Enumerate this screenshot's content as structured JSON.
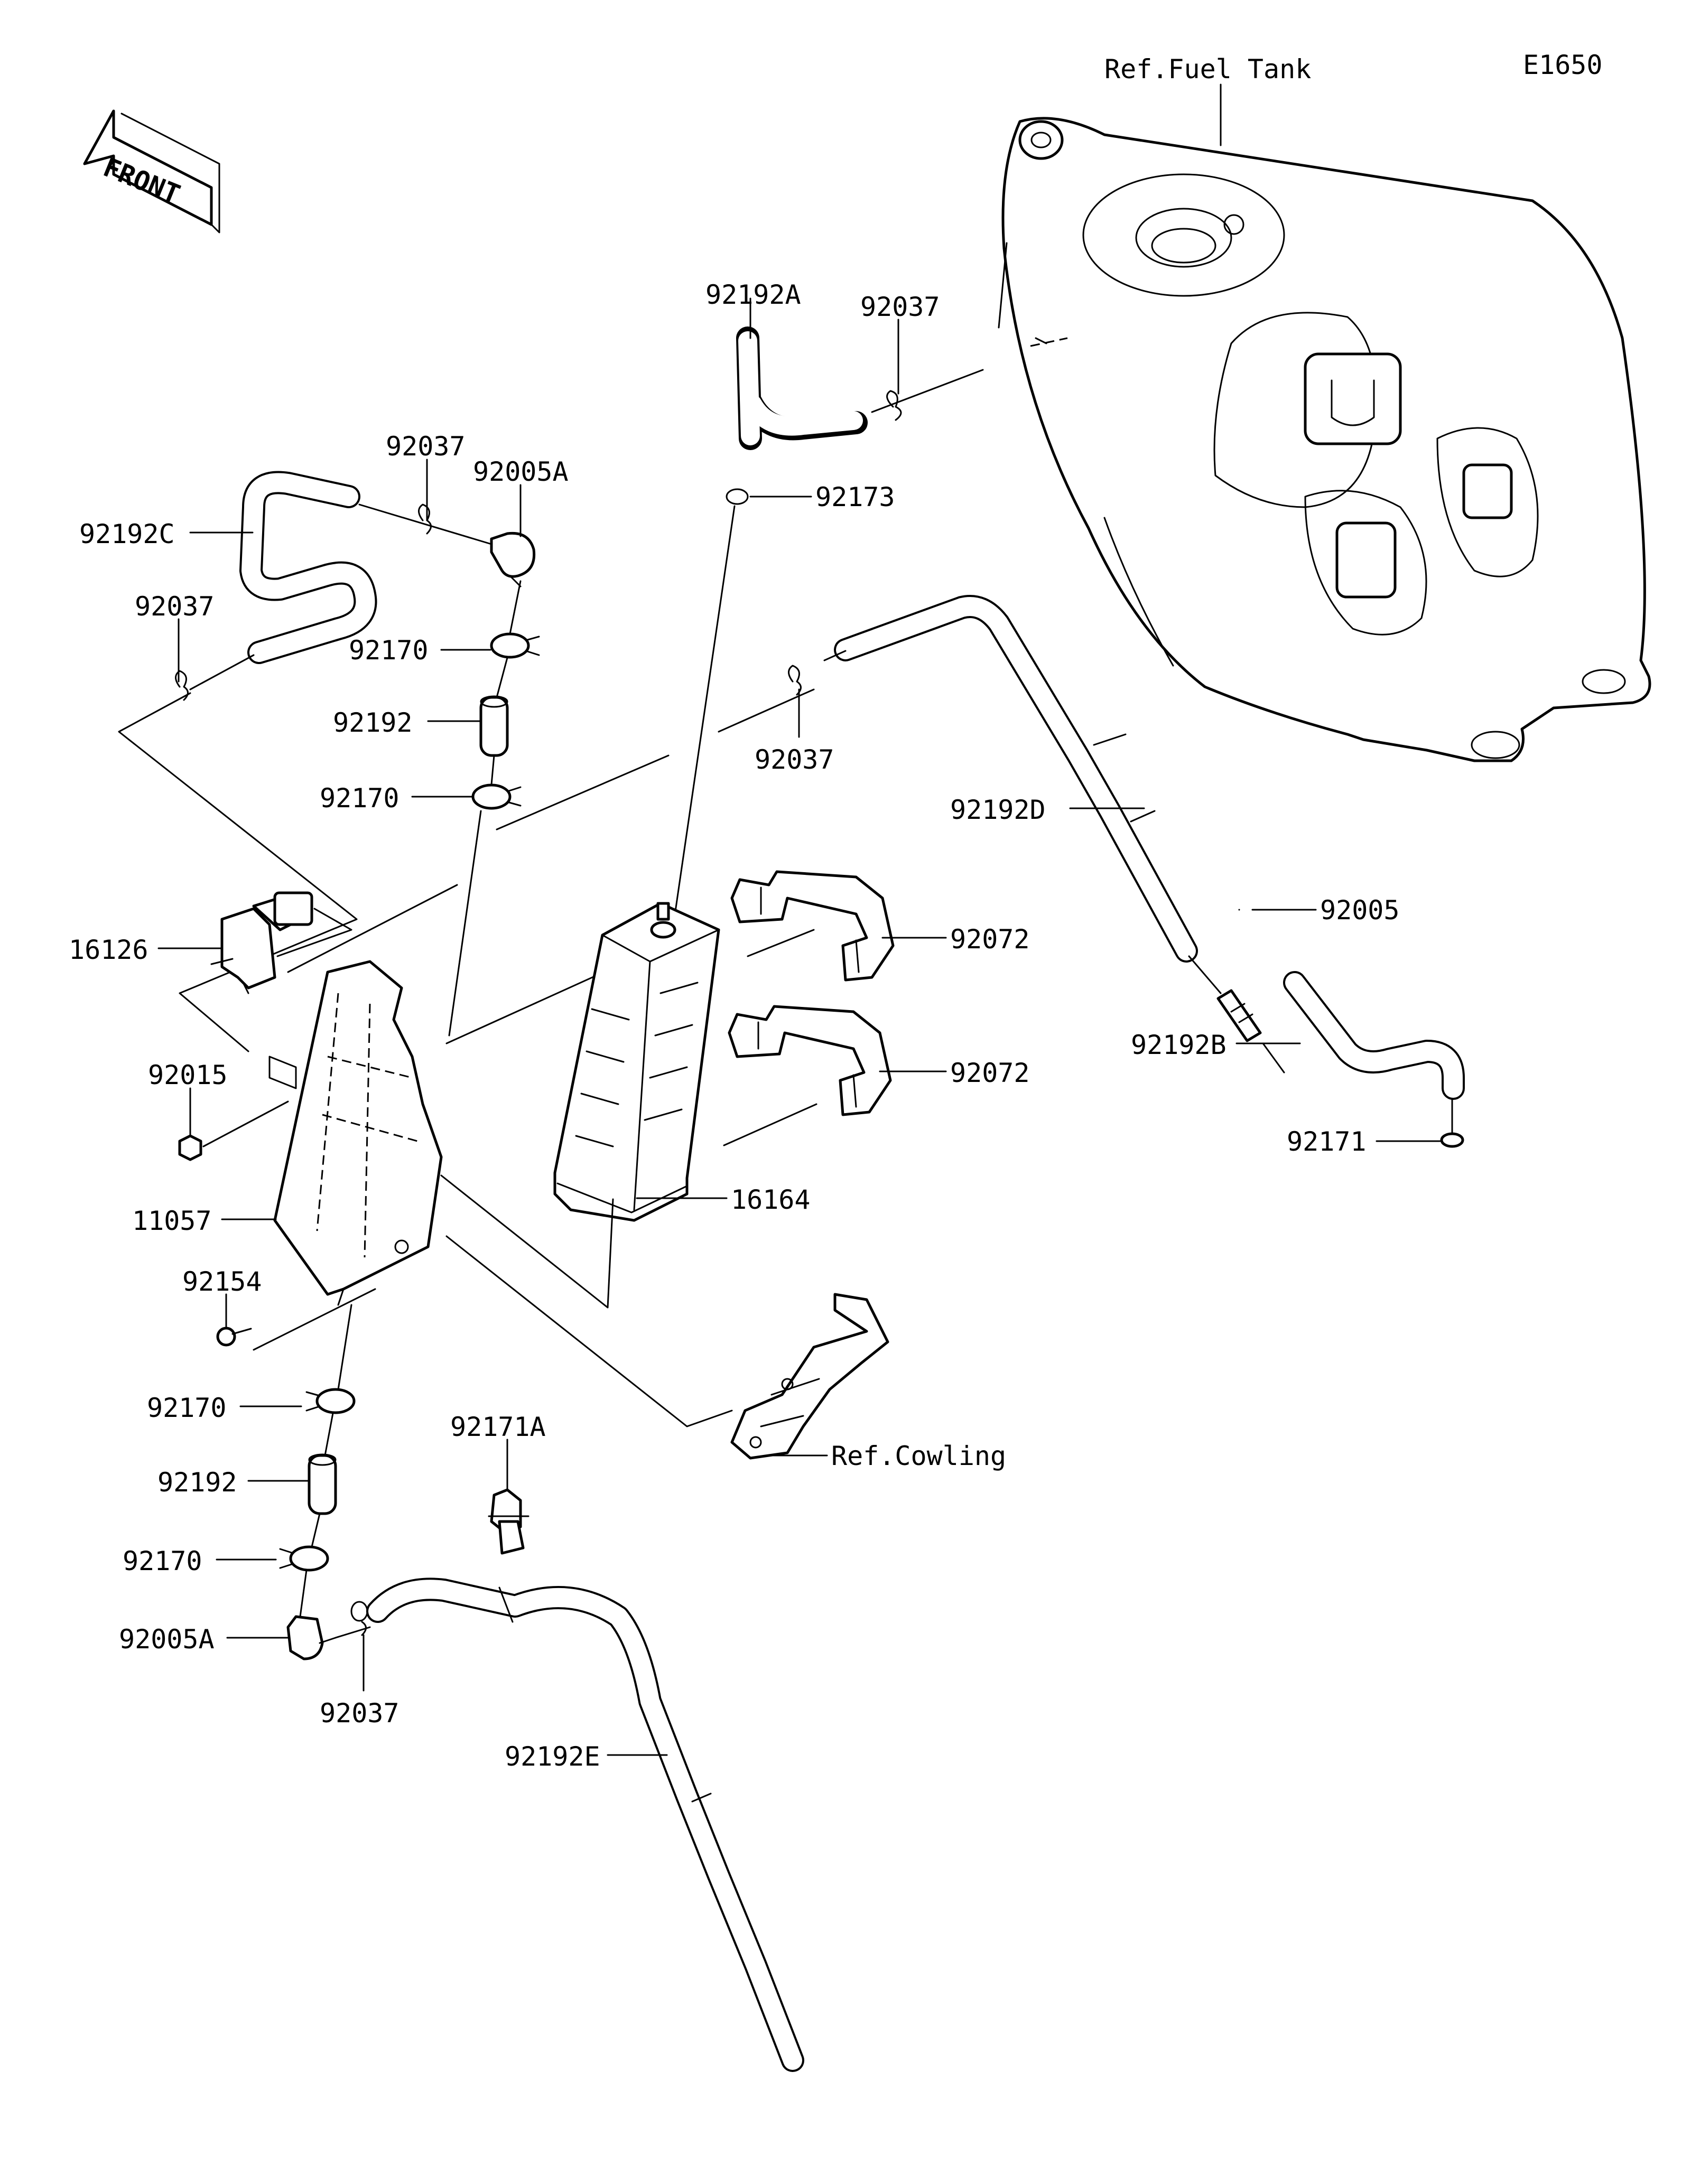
{
  "figure_code": "E1650",
  "front_arrow_text": "FRONT",
  "references": {
    "fuel_tank": "Ref.Fuel Tank",
    "cowling": "Ref.Cowling"
  },
  "callouts": {
    "c_92192A": "92192A",
    "c_92037_top": "92037",
    "c_92037_upper_left": "92037",
    "c_92005A_upper": "92005A",
    "c_92192C": "92192C",
    "c_92037_left": "92037",
    "c_92173": "92173",
    "c_92170_a": "92170",
    "c_92192_upper": "92192",
    "c_92170_b": "92170",
    "c_92037_mid": "92037",
    "c_92192D": "92192D",
    "c_92005": "92005",
    "c_92192B": "92192B",
    "c_92171": "92171",
    "c_92072_a": "92072",
    "c_92072_b": "92072",
    "c_16126": "16126",
    "c_92015": "92015",
    "c_11057": "11057",
    "c_16164": "16164",
    "c_92154": "92154",
    "c_92170_c": "92170",
    "c_92192_lower": "92192",
    "c_92170_d": "92170",
    "c_92005A_lower": "92005A",
    "c_92037_bottom": "92037",
    "c_92171A": "92171A",
    "c_92192E": "92192E"
  }
}
